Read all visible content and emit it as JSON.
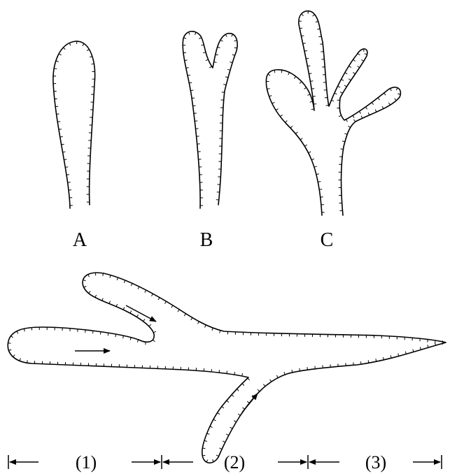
{
  "shape_labels": {
    "a": "A",
    "b": "B",
    "c": "C"
  },
  "segments": {
    "s1": "(1)",
    "s2": "(2)",
    "s3": "(3)"
  }
}
